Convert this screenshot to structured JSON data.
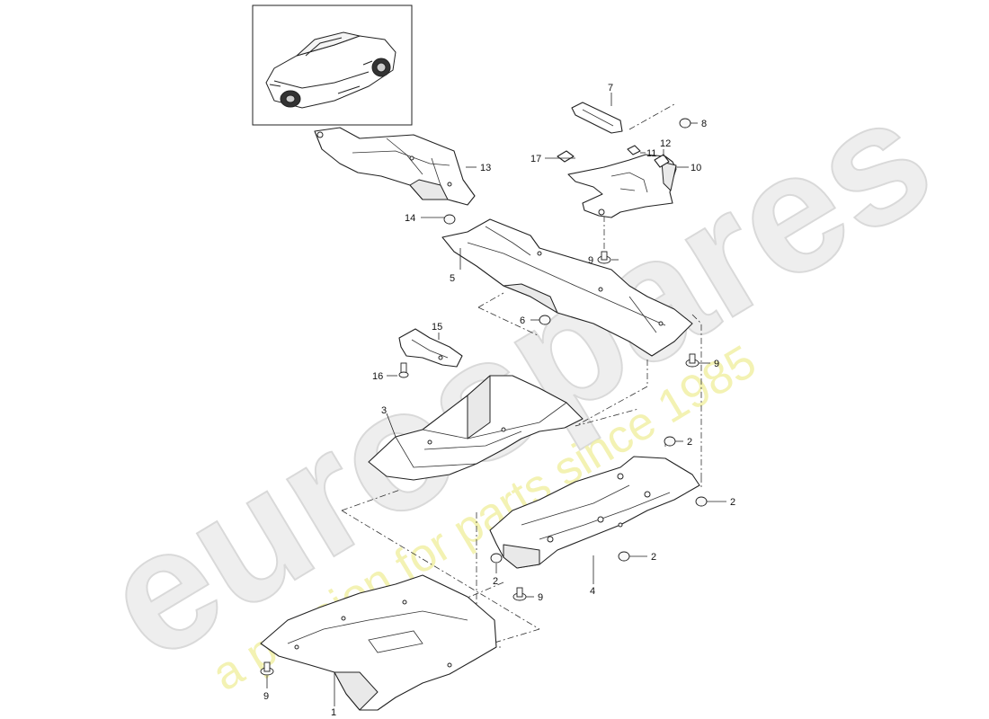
{
  "watermark": {
    "brand": "eurospares",
    "tagline": "a passion for parts since 1985"
  },
  "callouts": [
    {
      "id": "c1",
      "text": "1"
    },
    {
      "id": "c2a",
      "text": "2"
    },
    {
      "id": "c2b",
      "text": "2"
    },
    {
      "id": "c2c",
      "text": "2"
    },
    {
      "id": "c2d",
      "text": "2"
    },
    {
      "id": "c3",
      "text": "3"
    },
    {
      "id": "c4",
      "text": "4"
    },
    {
      "id": "c5",
      "text": "5"
    },
    {
      "id": "c6",
      "text": "6"
    },
    {
      "id": "c7",
      "text": "7"
    },
    {
      "id": "c8",
      "text": "8"
    },
    {
      "id": "c9a",
      "text": "9"
    },
    {
      "id": "c9b",
      "text": "9"
    },
    {
      "id": "c9c",
      "text": "9"
    },
    {
      "id": "c9d",
      "text": "9"
    },
    {
      "id": "c10",
      "text": "10"
    },
    {
      "id": "c11",
      "text": "11"
    },
    {
      "id": "c12",
      "text": "12"
    },
    {
      "id": "c13",
      "text": "13"
    },
    {
      "id": "c14",
      "text": "14"
    },
    {
      "id": "c15",
      "text": "15"
    },
    {
      "id": "c16",
      "text": "16"
    },
    {
      "id": "c17",
      "text": "17"
    }
  ]
}
